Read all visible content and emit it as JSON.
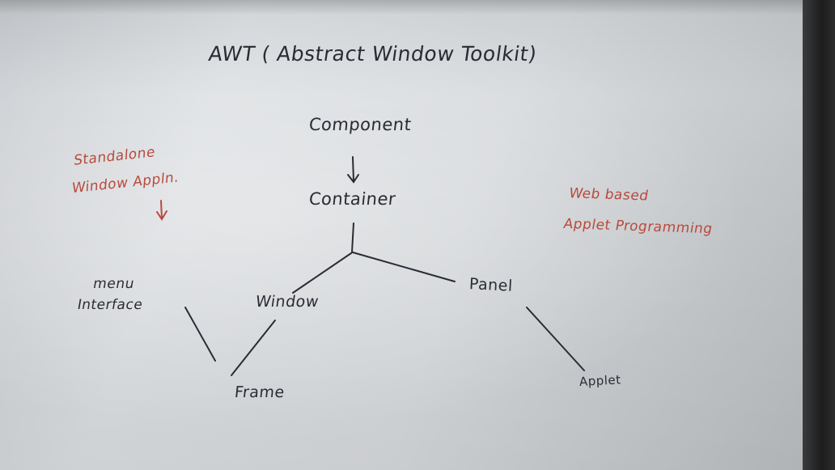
{
  "whiteboard": {
    "title": "AWT ( Abstract Window Toolkit)",
    "nodes": {
      "component": "Component",
      "container": "Container",
      "window": "Window",
      "panel": "Panel",
      "menu_interface": [
        "menu",
        "Interface"
      ],
      "frame": "Frame",
      "applet": "Applet"
    },
    "notes": {
      "standalone": [
        "Standalone",
        "Window Appln."
      ],
      "web_based": [
        "Web based",
        "Applet Programming"
      ]
    },
    "ink_colors": {
      "black_marker": "#2b2b33",
      "red_marker": "#b84a3d"
    }
  }
}
